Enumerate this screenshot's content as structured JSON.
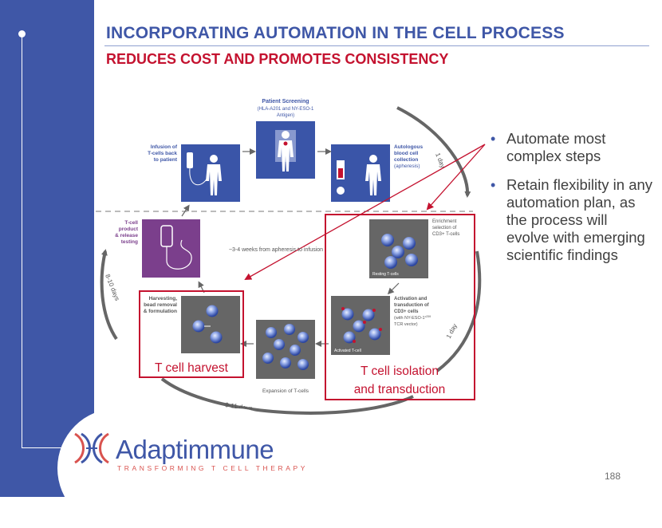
{
  "slide": {
    "title": "INCORPORATING AUTOMATION IN THE CELL PROCESS",
    "subtitle": "REDUCES COST AND PROMOTES CONSISTENCY",
    "page_number": "188"
  },
  "bullets": [
    "Automate most complex steps",
    "Retain flexibility in any automation plan, as the process will evolve with emerging scientific findings"
  ],
  "diagram": {
    "screening_title": "Patient Screening",
    "screening_line1": "(HLA-A201 and NY-ESO-1",
    "screening_line2": "Antigen)",
    "infusion_lines": [
      "Infusion of",
      "T-cells back",
      "to patient"
    ],
    "apheresis_lines": [
      "Autologous",
      "blood cell",
      "collection",
      "(apheresis)"
    ],
    "release_lines": [
      "T-cell",
      "product",
      "& release",
      "testing"
    ],
    "timeline": "~3-4 weeks from apheresis to infusion",
    "enrichment_lines": [
      "Enrichment",
      "selection of",
      "CD3+ T-cells"
    ],
    "resting_label": "Resting T-cells",
    "activation_lines": [
      "Activation and",
      "transduction of",
      "CD3+ cells",
      "(with NY-ESO-1",
      "TCR vector)"
    ],
    "activation_superscript": "c259",
    "activated_label": "Activated T-cell",
    "harvest_lines": [
      "Harvesting,",
      "bead removal",
      "& formulation"
    ],
    "expansion_label": "Expansion of T-cells",
    "arc_1day_top": "1 day",
    "arc_1day_right": "1 day",
    "arc_8_10": "8-10 days",
    "arc_9_11": "9-11 days",
    "callout_harvest": "T cell harvest",
    "callout_isolation_1": "T cell isolation",
    "callout_isolation_2": "and transduction"
  },
  "logo": {
    "name": "Adaptimmune",
    "tagline": "TRANSFORMING T CELL THERAPY"
  },
  "colors": {
    "brand_blue": "#3f57a7",
    "accent_red": "#c4122f",
    "panel_blue": "#3a55a8",
    "panel_purple": "#7b3f8c",
    "panel_gray": "#666666",
    "text_gray": "#404040"
  }
}
